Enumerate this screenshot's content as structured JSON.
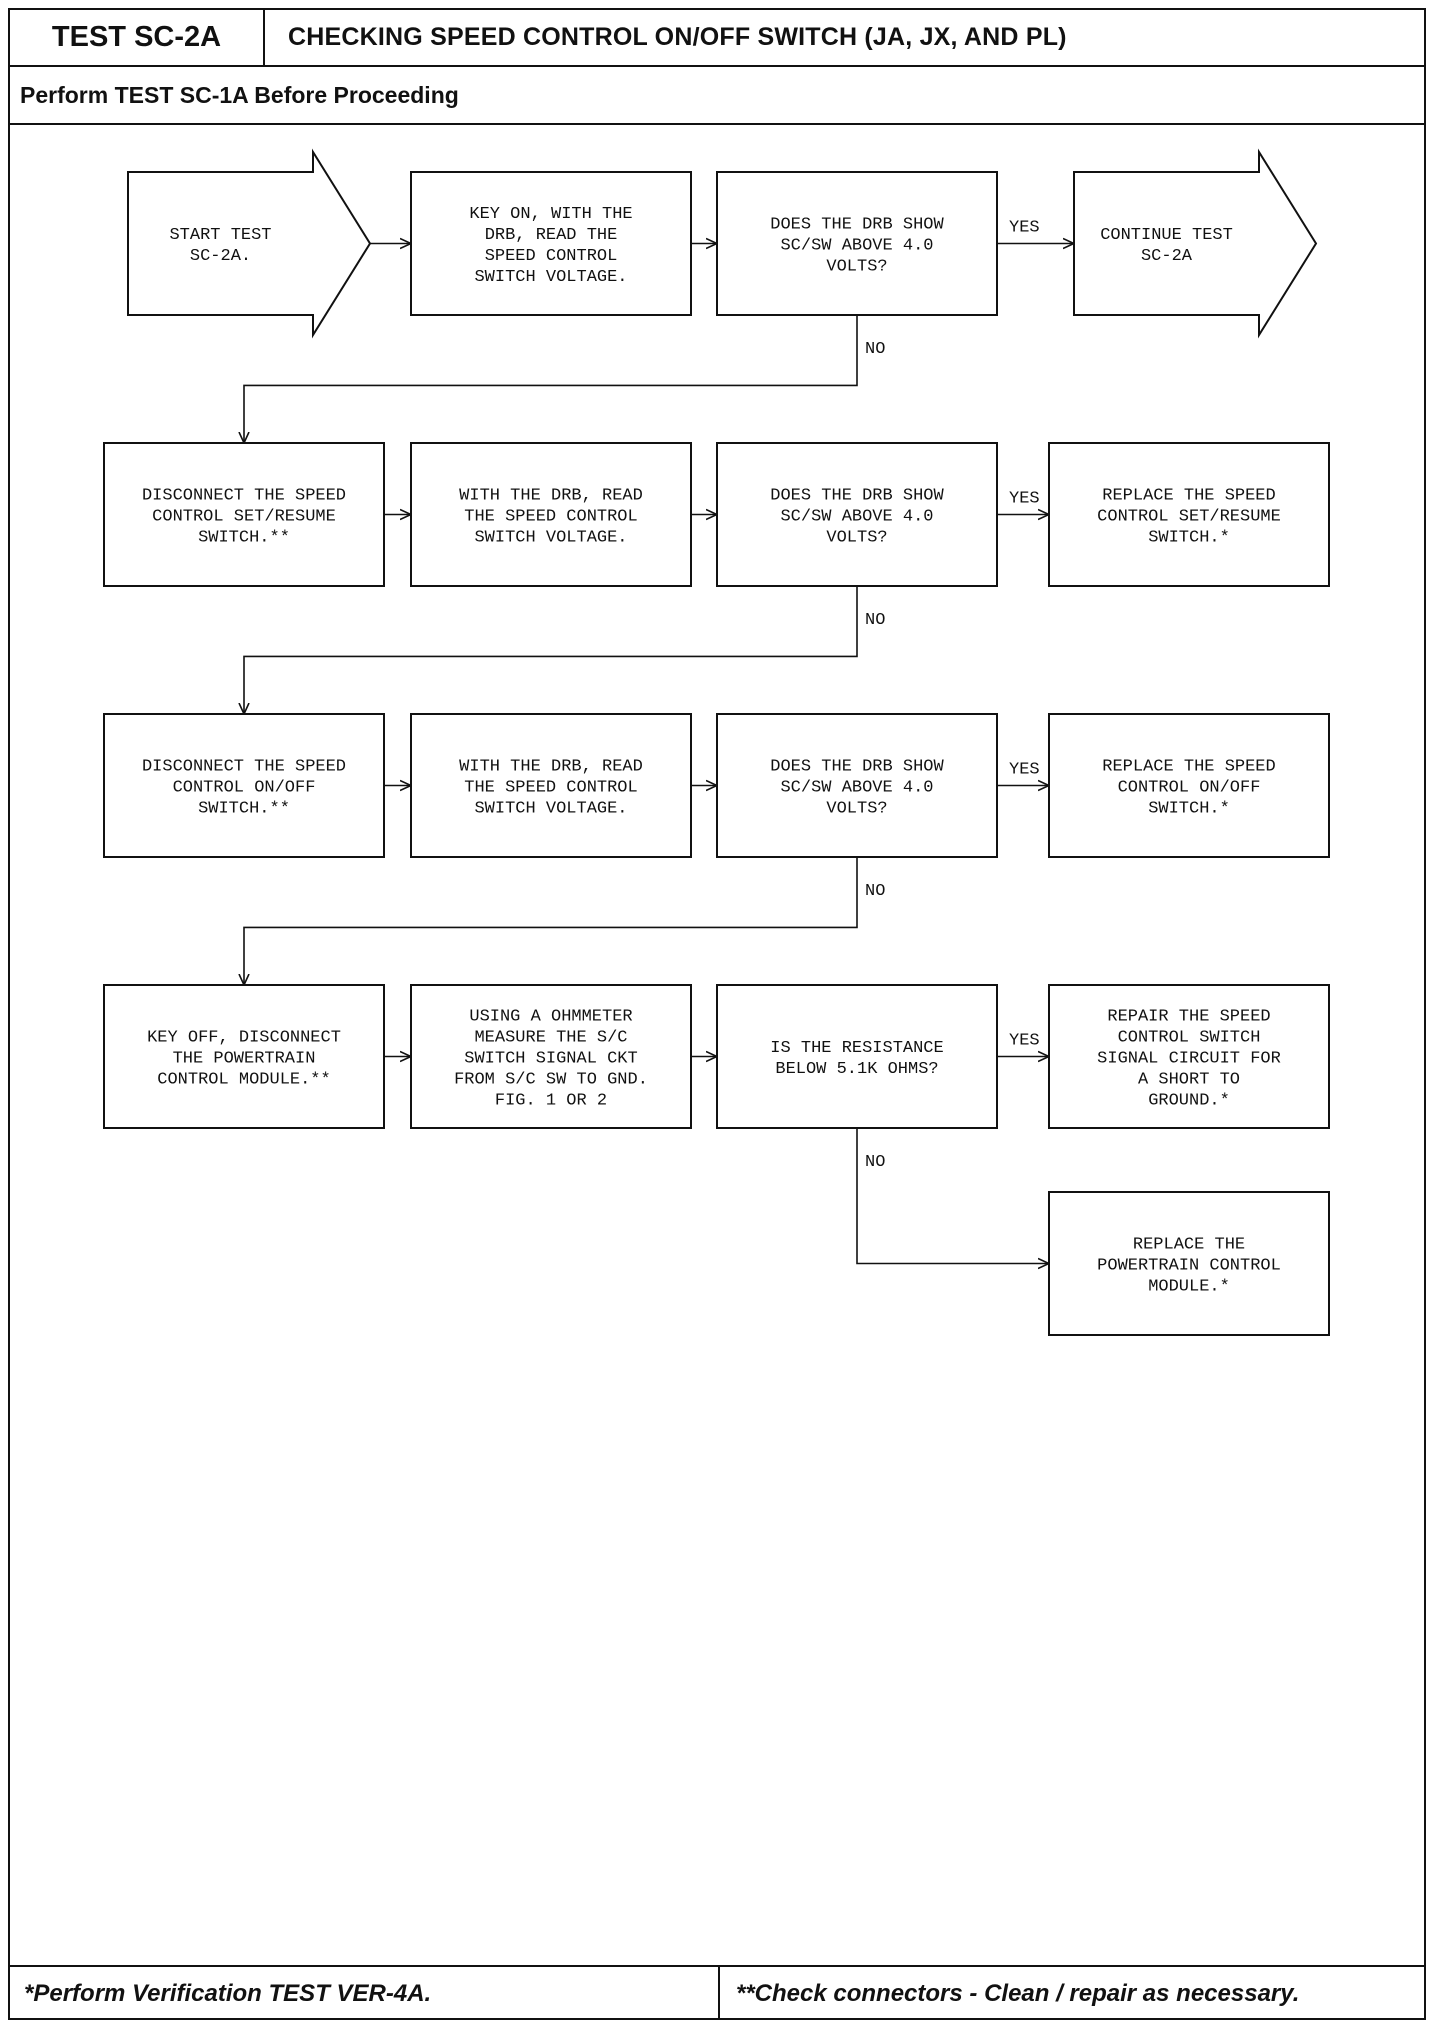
{
  "header": {
    "test_id": "TEST SC-2A",
    "title": "CHECKING SPEED CONTROL ON/OFF SWITCH (JA, JX, AND PL)",
    "prerequisite": "Perform TEST SC-1A Before Proceeding"
  },
  "flowchart": {
    "nodes": [
      {
        "id": "start",
        "shape": "arrow",
        "lines": [
          "START TEST",
          "SC-2A."
        ]
      },
      {
        "id": "n1",
        "shape": "box",
        "lines": [
          "KEY ON, WITH THE",
          "DRB, READ THE",
          "SPEED CONTROL",
          "SWITCH VOLTAGE."
        ]
      },
      {
        "id": "q1",
        "shape": "box",
        "lines": [
          "DOES THE DRB SHOW",
          "SC/SW ABOVE 4.0",
          "VOLTS?"
        ]
      },
      {
        "id": "cont",
        "shape": "arrow",
        "lines": [
          "CONTINUE TEST",
          "SC-2A"
        ]
      },
      {
        "id": "n2",
        "shape": "box",
        "lines": [
          "DISCONNECT THE SPEED",
          "CONTROL SET/RESUME",
          "SWITCH.**"
        ]
      },
      {
        "id": "n3",
        "shape": "box",
        "lines": [
          "WITH THE DRB, READ",
          "THE SPEED CONTROL",
          "SWITCH VOLTAGE."
        ]
      },
      {
        "id": "q2",
        "shape": "box",
        "lines": [
          "DOES THE DRB SHOW",
          "SC/SW ABOVE 4.0",
          "VOLTS?"
        ]
      },
      {
        "id": "r1",
        "shape": "box",
        "lines": [
          "REPLACE THE SPEED",
          "CONTROL SET/RESUME",
          "SWITCH.*"
        ]
      },
      {
        "id": "n4",
        "shape": "box",
        "lines": [
          "DISCONNECT THE SPEED",
          "CONTROL ON/OFF",
          "SWITCH.**"
        ]
      },
      {
        "id": "n5",
        "shape": "box",
        "lines": [
          "WITH THE DRB, READ",
          "THE SPEED CONTROL",
          "SWITCH VOLTAGE."
        ]
      },
      {
        "id": "q3",
        "shape": "box",
        "lines": [
          "DOES THE DRB SHOW",
          "SC/SW ABOVE 4.0",
          "VOLTS?"
        ]
      },
      {
        "id": "r2",
        "shape": "box",
        "lines": [
          "REPLACE THE SPEED",
          "CONTROL ON/OFF",
          "SWITCH.*"
        ]
      },
      {
        "id": "n6",
        "shape": "box",
        "lines": [
          "KEY OFF, DISCONNECT",
          "THE POWERTRAIN",
          "CONTROL MODULE.**"
        ]
      },
      {
        "id": "n7",
        "shape": "box",
        "lines": [
          "USING A OHMMETER",
          "MEASURE THE S/C",
          "SWITCH SIGNAL CKT",
          "FROM S/C SW TO GND.",
          "FIG. 1 OR 2"
        ]
      },
      {
        "id": "q4",
        "shape": "box",
        "lines": [
          "IS THE RESISTANCE",
          "BELOW 5.1K OHMS?"
        ]
      },
      {
        "id": "r3",
        "shape": "box",
        "lines": [
          "REPAIR THE SPEED",
          "CONTROL SWITCH",
          "SIGNAL CIRCUIT FOR",
          "A SHORT TO",
          "GROUND.*"
        ]
      },
      {
        "id": "r4",
        "shape": "box",
        "lines": [
          "REPLACE THE",
          "POWERTRAIN CONTROL",
          "MODULE.*"
        ]
      }
    ],
    "edges": [
      {
        "from": "start",
        "to": "n1",
        "label": ""
      },
      {
        "from": "n1",
        "to": "q1",
        "label": ""
      },
      {
        "from": "q1",
        "to": "cont",
        "label": "YES"
      },
      {
        "from": "q1",
        "to": "n2",
        "label": "NO"
      },
      {
        "from": "n2",
        "to": "n3",
        "label": ""
      },
      {
        "from": "n3",
        "to": "q2",
        "label": ""
      },
      {
        "from": "q2",
        "to": "r1",
        "label": "YES"
      },
      {
        "from": "q2",
        "to": "n4",
        "label": "NO"
      },
      {
        "from": "n4",
        "to": "n5",
        "label": ""
      },
      {
        "from": "n5",
        "to": "q3",
        "label": ""
      },
      {
        "from": "q3",
        "to": "r2",
        "label": "YES"
      },
      {
        "from": "q3",
        "to": "n6",
        "label": "NO"
      },
      {
        "from": "n6",
        "to": "n7",
        "label": ""
      },
      {
        "from": "n7",
        "to": "q4",
        "label": ""
      },
      {
        "from": "q4",
        "to": "r3",
        "label": "YES"
      },
      {
        "from": "q4",
        "to": "r4",
        "label": "NO"
      }
    ]
  },
  "footer": {
    "left_note": "*Perform Verification TEST VER-4A.",
    "right_note": "**Check connectors - Clean / repair as necessary."
  }
}
